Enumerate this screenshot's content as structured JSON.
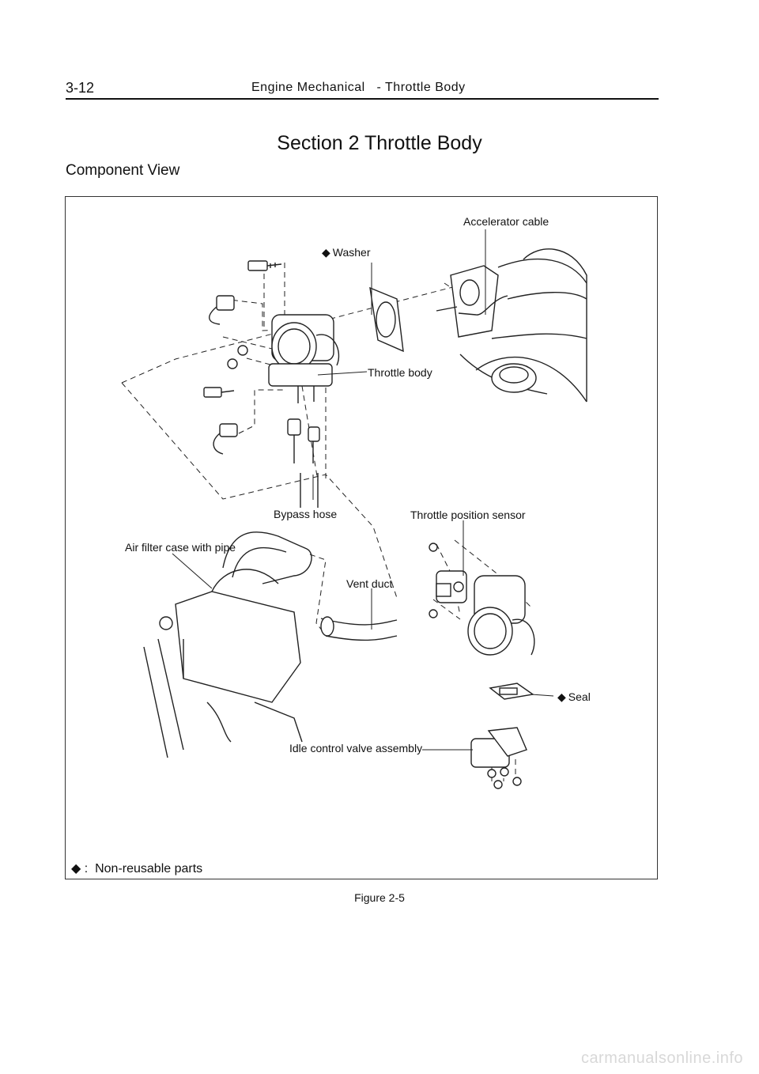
{
  "header": {
    "page_number": "3-12",
    "running_title": "Engine Mechanical   - Throttle Body"
  },
  "section_title": "Section 2  Throttle Body",
  "subsection_title": "Component View",
  "diamond_glyph": "◆",
  "figure": {
    "labels": {
      "accelerator_cable": "Accelerator cable",
      "washer": "Washer",
      "throttle_body": "Throttle body",
      "bypass_hose": "Bypass hose",
      "throttle_position_sensor": "Throttle position sensor",
      "air_filter_case": "Air filter case with pipe",
      "vent_duct": "Vent duct",
      "seal": "Seal",
      "idle_control_valve": "Idle control valve assembly"
    },
    "legend": ":  Non-reusable parts",
    "caption": "Figure 2-5"
  },
  "watermark": "carmanualsonline.info"
}
